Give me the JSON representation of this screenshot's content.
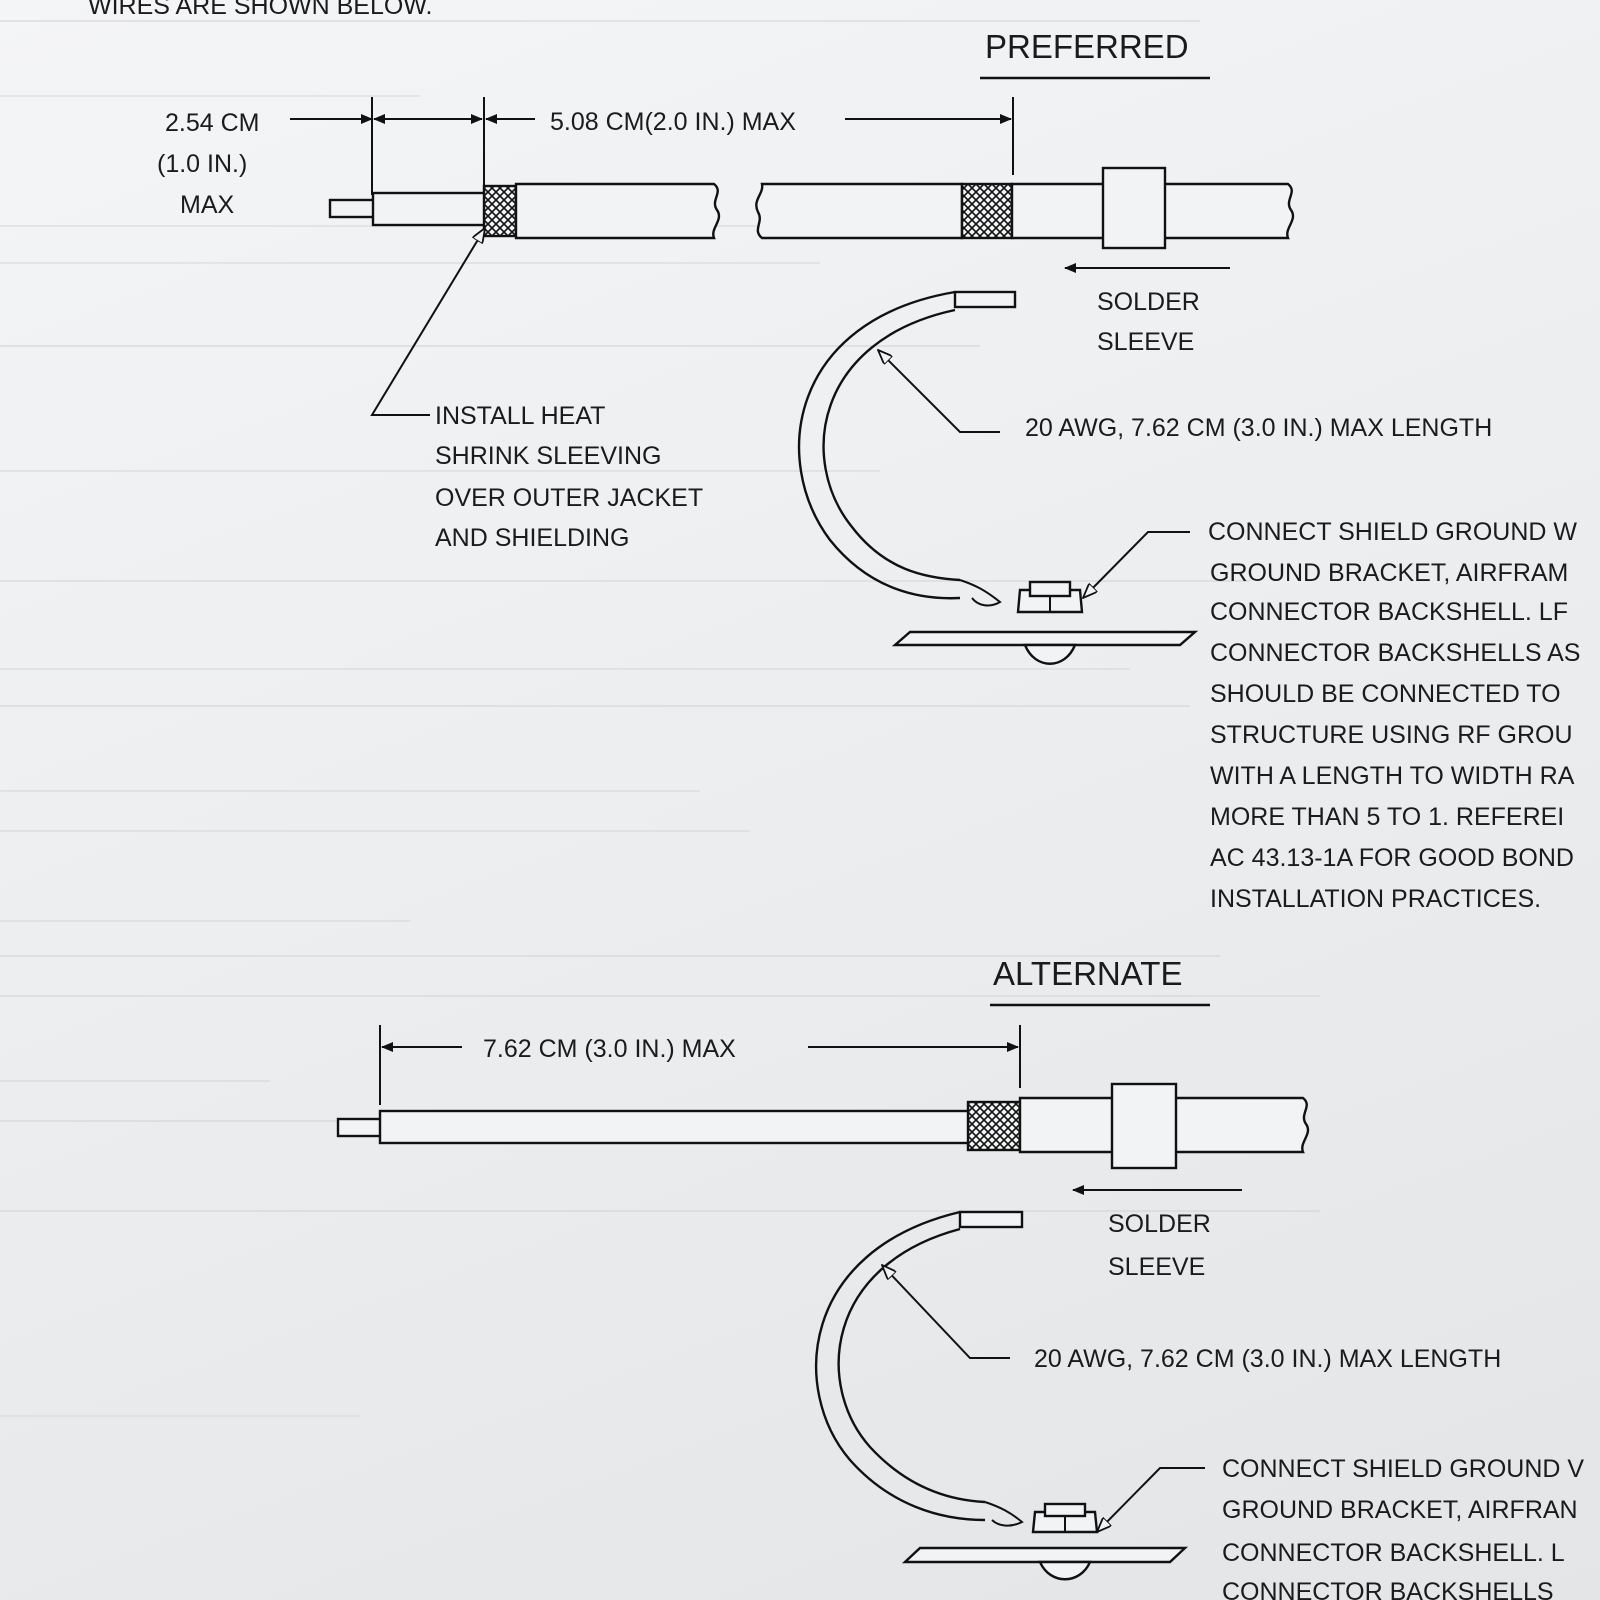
{
  "header": {
    "top_note": "WIRES ARE SHOWN BELOW."
  },
  "preferred": {
    "title": "PREFERRED",
    "dim_short_line1": "2.54 CM",
    "dim_short_line2": "(1.0 IN.)",
    "dim_short_line3": "MAX",
    "dim_long": "5.08 CM(2.0 IN.) MAX",
    "heat_shrink_note": [
      "INSTALL HEAT",
      "SHRINK SLEEVING",
      "OVER OUTER JACKET",
      "AND SHIELDING"
    ],
    "solder_label": [
      "SOLDER",
      "SLEEVE"
    ],
    "wire_label": "20 AWG, 7.62 CM (3.0 IN.) MAX LENGTH",
    "ground_note": [
      "CONNECT SHIELD GROUND W",
      "GROUND BRACKET, AIRFRAM",
      "CONNECTOR BACKSHELL.  LF",
      "CONNECTOR BACKSHELLS AS",
      "SHOULD BE CONNECTED TO",
      "STRUCTURE USING RF GROU",
      "WITH A LENGTH TO WIDTH RA",
      "MORE THAN 5 TO 1.  REFEREI",
      "AC 43.13-1A FOR GOOD BOND",
      "INSTALLATION PRACTICES."
    ]
  },
  "alternate": {
    "title": "ALTERNATE",
    "dim_long": "7.62 CM (3.0 IN.) MAX",
    "solder_label": [
      "SOLDER",
      "SLEEVE"
    ],
    "wire_label": "20 AWG, 7.62 CM (3.0 IN.) MAX LENGTH",
    "ground_note": [
      "CONNECT SHIELD GROUND V",
      "GROUND BRACKET, AIRFRAN",
      "CONNECTOR BACKSHELL.  L",
      "CONNECTOR BACKSHELLS"
    ]
  }
}
